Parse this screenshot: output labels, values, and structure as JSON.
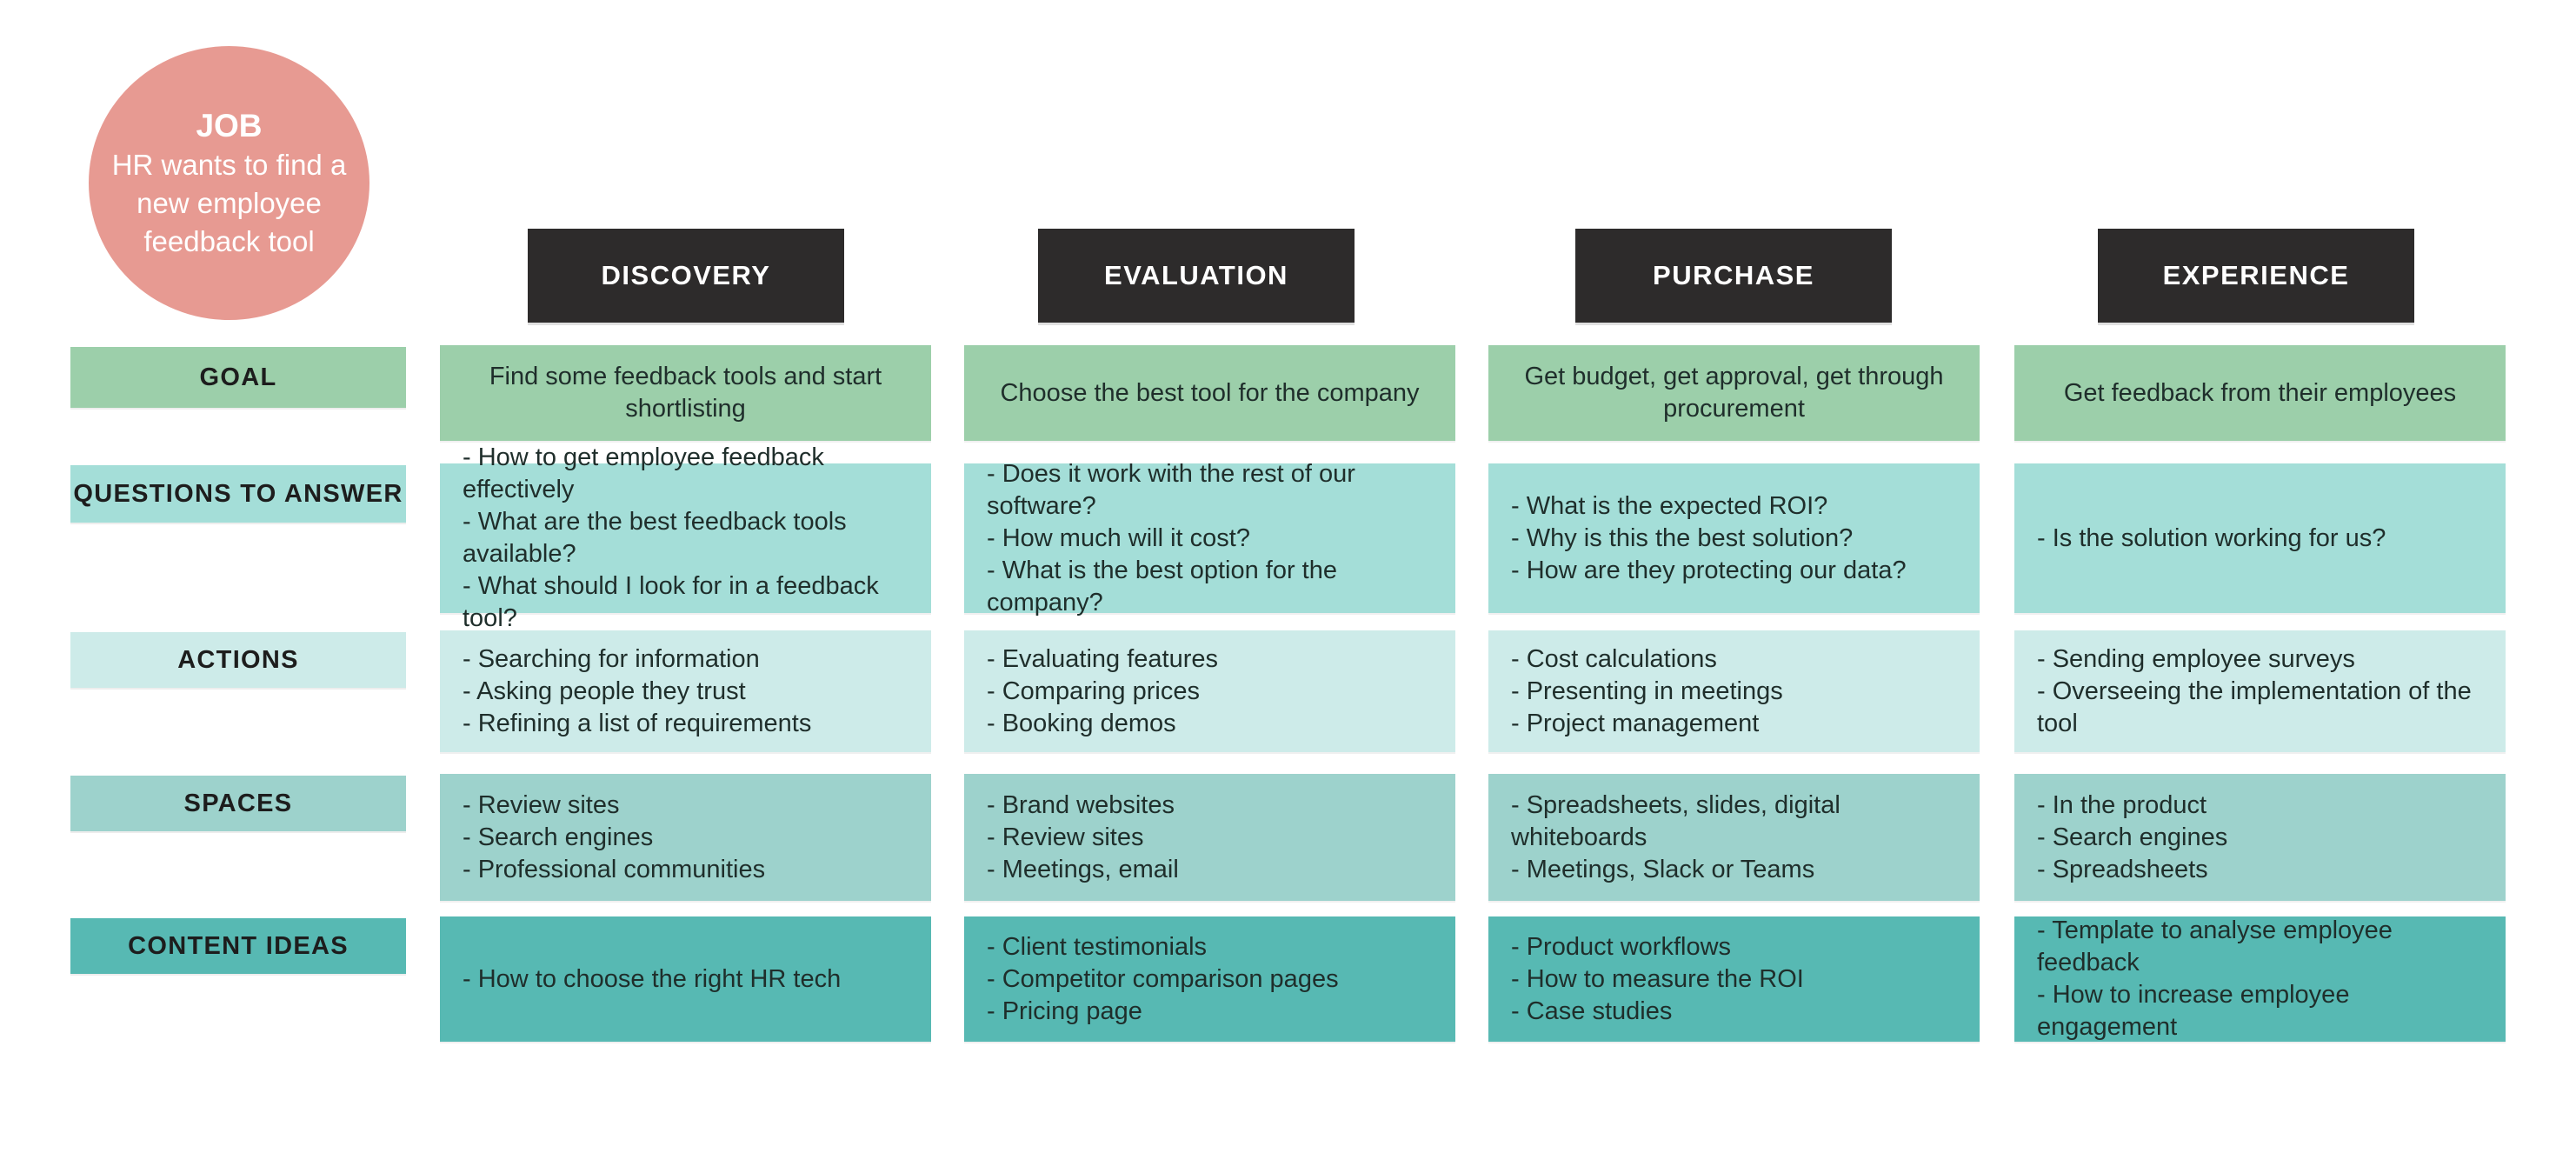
{
  "job_circle": {
    "title": "JOB",
    "text": "HR wants to find a new employee feedback tool"
  },
  "stages": [
    {
      "label": "DISCOVERY"
    },
    {
      "label": "EVALUATION"
    },
    {
      "label": "PURCHASE"
    },
    {
      "label": "EXPERIENCE"
    }
  ],
  "rows": [
    {
      "label": "GOAL",
      "cells": [
        {
          "lines": [
            "Find some feedback tools and start shortlisting"
          ]
        },
        {
          "lines": [
            "Choose the best tool for the company"
          ]
        },
        {
          "lines": [
            "Get budget, get approval, get through procurement"
          ]
        },
        {
          "lines": [
            "Get feedback from their employees"
          ]
        }
      ]
    },
    {
      "label": "QUESTIONS TO ANSWER",
      "cells": [
        {
          "lines": [
            "- How to get employee feedback effectively",
            "- What are the best feedback tools available?",
            "- What should I look for in a feedback tool?"
          ]
        },
        {
          "lines": [
            "- Does it work with the rest of our software?",
            "- How much will it cost?",
            "- What is the best option for the company?"
          ]
        },
        {
          "lines": [
            "- What is the expected ROI?",
            "- Why is this the best solution?",
            "- How are they protecting our data?"
          ]
        },
        {
          "lines": [
            "- Is the solution working for us?"
          ]
        }
      ]
    },
    {
      "label": "ACTIONS",
      "cells": [
        {
          "lines": [
            "- Searching for information",
            "- Asking people they trust",
            "- Refining a list of requirements"
          ]
        },
        {
          "lines": [
            "- Evaluating features",
            "- Comparing prices",
            "- Booking demos"
          ]
        },
        {
          "lines": [
            "- Cost calculations",
            "- Presenting in meetings",
            "- Project management"
          ]
        },
        {
          "lines": [
            "- Sending employee surveys",
            "- Overseeing the implementation of the tool"
          ]
        }
      ]
    },
    {
      "label": "SPACES",
      "cells": [
        {
          "lines": [
            "- Review sites",
            "- Search engines",
            "- Professional communities"
          ]
        },
        {
          "lines": [
            "- Brand websites",
            "- Review sites",
            "- Meetings, email"
          ]
        },
        {
          "lines": [
            "- Spreadsheets, slides, digital whiteboards",
            "- Meetings, Slack or Teams"
          ]
        },
        {
          "lines": [
            "- In the product",
            "- Search engines",
            "- Spreadsheets"
          ]
        }
      ]
    },
    {
      "label": "CONTENT IDEAS",
      "cells": [
        {
          "lines": [
            "- How to choose the right HR tech"
          ]
        },
        {
          "lines": [
            "- Client testimonials",
            "- Competitor comparison pages",
            "- Pricing page"
          ]
        },
        {
          "lines": [
            "- Product workflows",
            "- How to measure the ROI",
            "- Case studies"
          ]
        },
        {
          "lines": [
            "- Template to analyse employee feedback",
            "- How to increase employee engagement"
          ]
        }
      ]
    }
  ],
  "colors": {
    "job_circle": "#e79a92",
    "stage_header": "#2d2b2b",
    "goal_row": "#9ccfaa",
    "questions_row": "#a4ded8",
    "actions_row": "#cdebe9",
    "spaces_row": "#9dd2cc",
    "content_ideas_row": "#57b9b3"
  }
}
